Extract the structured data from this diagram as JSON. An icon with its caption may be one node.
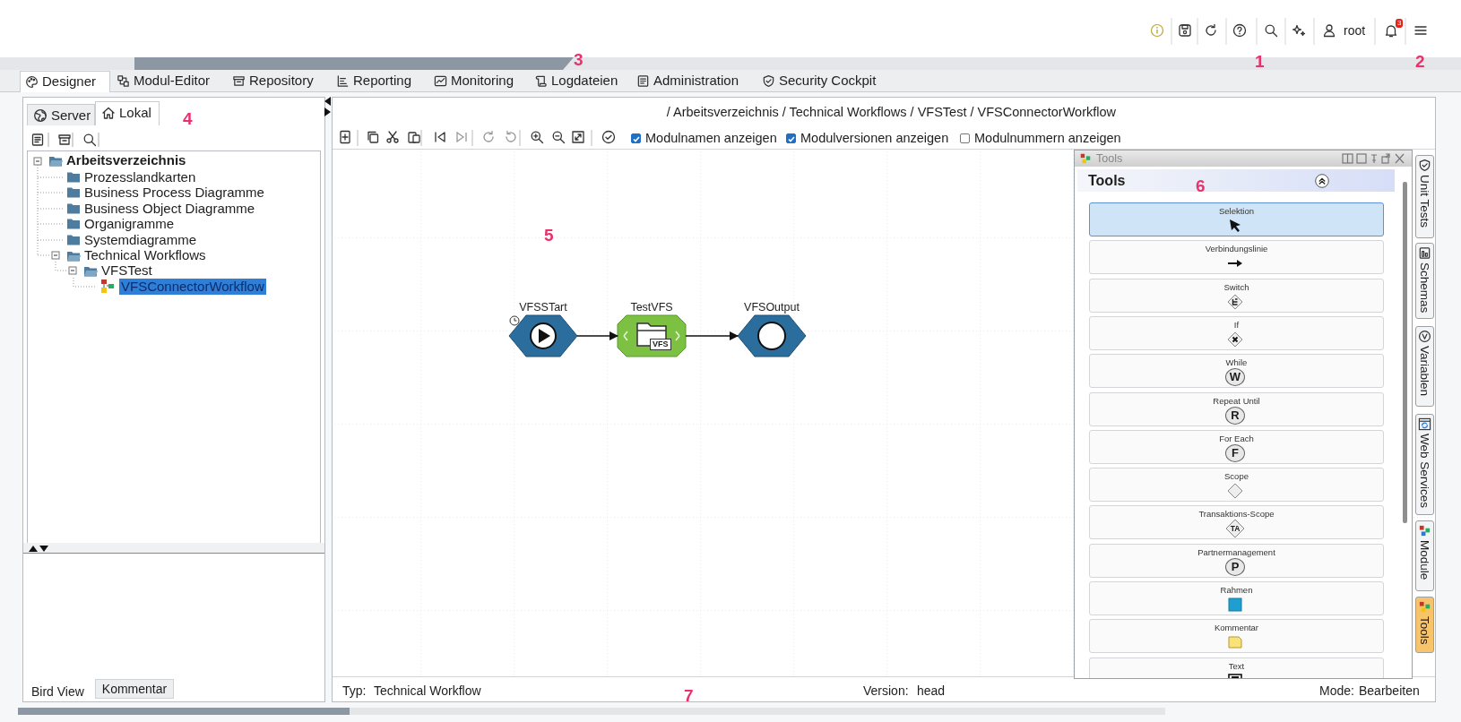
{
  "diagram": {
    "nodes": [
      {
        "text": [
          "VFSSTart"
        ]
      },
      {
        "text": [
          "TestVFS",
          "VFS"
        ]
      },
      {
        "text": [
          "VFSOutput"
        ]
      },
      {
        "text": [
          "Tools",
          "Tools"
        ]
      },
      {
        "text": [
          "Selektion"
        ],
        "in": 3
      },
      {
        "text": [
          "Verbindungslinie"
        ],
        "in": 3
      },
      {
        "text": [
          "Switch"
        ],
        "in": 3
      },
      {
        "text": [
          "If"
        ],
        "in": 3
      },
      {
        "text": [
          "While",
          "W"
        ],
        "in": 3
      },
      {
        "text": [
          "Repeat Until",
          "R"
        ],
        "in": 3
      },
      {
        "text": [
          "For Each",
          "F"
        ],
        "in": 3
      },
      {
        "text": [
          "Scope"
        ],
        "in": 3
      },
      {
        "text": [
          "Transaktions-Scope",
          "TA"
        ],
        "in": 3
      },
      {
        "text": [
          "Partnermanagement",
          "P"
        ],
        "in": 3
      },
      {
        "text": [
          "Rahmen"
        ],
        "in": 3
      },
      {
        "text": [
          "Kommentar"
        ],
        "in": 3
      },
      {
        "text": [
          "Text"
        ],
        "in": 3
      }
    ],
    "edges": [
      {
        "from": 0,
        "to": 1,
        "arrow": "to"
      },
      {
        "from": 1,
        "to": 2,
        "arrow": "to"
      }
    ],
    "labels": [
      "root",
      "3",
      "1",
      "2",
      "Designer",
      "Modul-Editor",
      "Repository",
      "Reporting",
      "Monitoring",
      "Logdateien",
      "Administration",
      "Security Cockpit",
      "3",
      "Server",
      "Lokal",
      "4",
      "Arbeitsverzeichnis",
      "Prozesslandkarten",
      "Business Process Diagramme",
      "Business Object Diagramme",
      "Organigramme",
      "Systemdiagramme",
      "Technical Workflows",
      "VFSTest",
      "VFSConnectorWorkflow",
      "/ Arbeitsverzeichnis / Technical Workflows / VFSTest / VFSConnectorWorkflow",
      "Modulnamen anzeigen",
      "Modulversionen anzeigen",
      "Modulnummern anzeigen",
      "5",
      "6",
      "Unit Tests",
      "Schemas",
      "Variablen",
      "Web Services",
      "Module",
      "Tools",
      "Bird View",
      "Kommentar",
      "Typ:",
      "Technical Workflow",
      "Version:",
      "head",
      "Mode:",
      "Bearbeiten",
      "7"
    ]
  }
}
